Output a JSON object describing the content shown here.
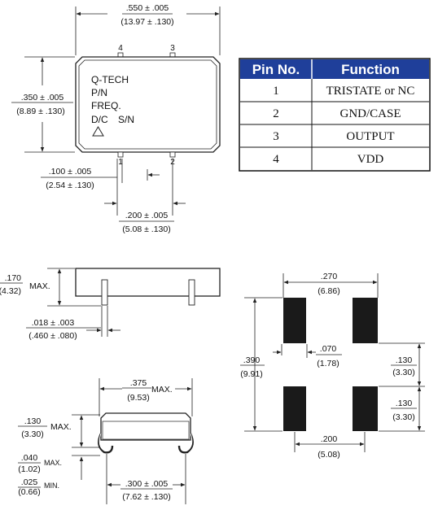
{
  "top_view": {
    "width_in": ".550 ± .005",
    "width_mm": "(13.97 ± .130)",
    "height_in": ".350 ± .005",
    "height_mm": "(8.89 ± .130)",
    "marking": [
      "Q-TECH",
      "P/N",
      "FREQ.",
      "D/C",
      "S/N"
    ],
    "pins": [
      "4",
      "3",
      "1",
      "2"
    ],
    "pad_width_in": ".100 ± .005",
    "pad_width_mm": "(2.54 ± .130)",
    "pin_spacing_in": ".200 ± .005",
    "pin_spacing_mm": "(5.08 ± .130)"
  },
  "pin_table": {
    "headers": [
      "Pin No.",
      "Function"
    ],
    "rows": [
      [
        "1",
        "TRISTATE or NC"
      ],
      [
        "2",
        "GND/CASE"
      ],
      [
        "3",
        "OUTPUT"
      ],
      [
        "4",
        "VDD"
      ]
    ],
    "header_color": "#1f3f9a"
  },
  "side_view": {
    "height_in": ".170",
    "height_mm": "(4.32)",
    "height_suffix": "MAX.",
    "lead_in": ".018 ± .003",
    "lead_mm": "(.460 ± .080)"
  },
  "end_view": {
    "width_in": ".375",
    "width_suffix": "MAX.",
    "width_mm": "(9.53)",
    "height_in": ".130",
    "height_suffix": "MAX.",
    "height_mm": "(3.30)",
    "lead_max_in": ".040",
    "lead_max_suffix": "MAX.",
    "lead_max_mm": "(1.02)",
    "lead_min_in": ".025",
    "lead_min_suffix": "MIN.",
    "lead_min_mm": "(0.66)",
    "span_in": ".300 ± .005",
    "span_mm": "(7.62 ± .130)"
  },
  "land_pattern": {
    "width_in": ".270",
    "width_mm": "(6.86)",
    "height_in": ".390",
    "height_mm": "(9.91)",
    "gap_in": ".070",
    "gap_mm": "(1.78)",
    "pad_h1_in": ".130",
    "pad_h1_mm": "(3.30)",
    "pad_h2_in": ".130",
    "pad_h2_mm": "(3.30)",
    "pitch_in": ".200",
    "pitch_mm": "(5.08)"
  }
}
